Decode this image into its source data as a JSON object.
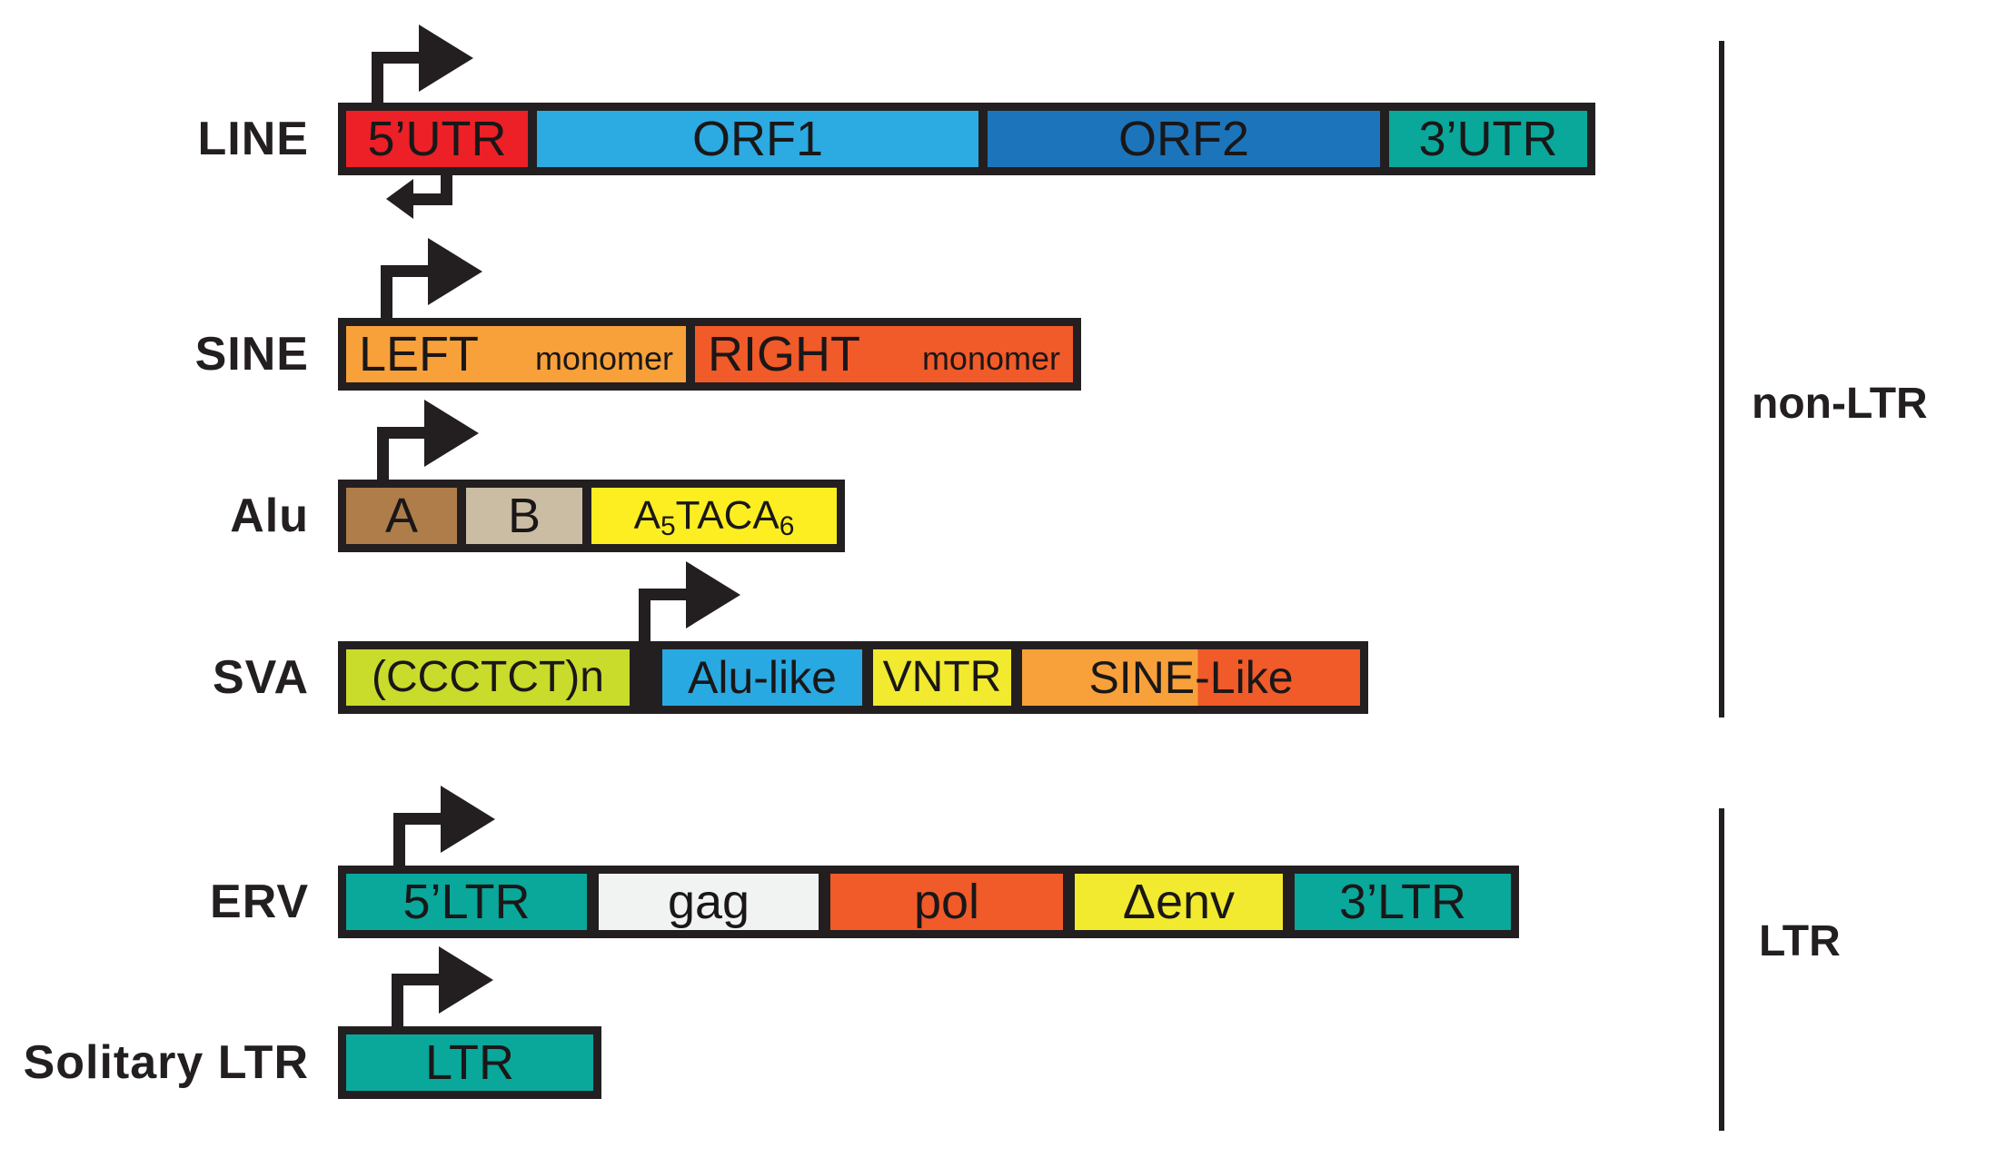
{
  "groups": {
    "non_ltr": {
      "label": "non-LTR"
    },
    "ltr": {
      "label": "LTR"
    }
  },
  "icons": {
    "promoter_arrow": "l-shaped-right-arrow",
    "antisense_arrow": "l-shaped-left-arrow"
  },
  "rows": {
    "line": {
      "label": "LINE",
      "segments": {
        "utr5": {
          "label": "5’UTR",
          "color": "#ec2026"
        },
        "orf1": {
          "label": "ORF1",
          "color": "#2caae2"
        },
        "orf2": {
          "label": "ORF2",
          "color": "#1c75bb"
        },
        "utr3": {
          "label": "3’UTR",
          "color": "#0aa79b"
        }
      }
    },
    "sine": {
      "label": "SINE",
      "segments": {
        "left": {
          "big": "LEFT",
          "small": "monomer",
          "color": "#f8a13a"
        },
        "right": {
          "big": "RIGHT",
          "small": "monomer",
          "color": "#f15a29"
        }
      }
    },
    "alu": {
      "label": "Alu",
      "segments": {
        "a": {
          "label": "A",
          "color": "#ae7d4a"
        },
        "b": {
          "label": "B",
          "color": "#cbbda3"
        },
        "tail": {
          "pre": "A",
          "sub1": "5",
          "mid": "TACA",
          "sub2": "6",
          "color": "#fcee21"
        }
      }
    },
    "sva": {
      "label": "SVA",
      "segments": {
        "hexamer": {
          "label": "(CCCTCT)n",
          "color": "#c9db2b"
        },
        "alulike": {
          "label": "Alu-like",
          "color": "#29a9e1"
        },
        "vntr": {
          "label": "VNTR",
          "color": "#f2ea2e"
        },
        "sinelike": {
          "label": "SINE-Like",
          "color_start": "#f8a13a",
          "color_end": "#f15a29"
        }
      }
    },
    "erv": {
      "label": "ERV",
      "segments": {
        "ltr5": {
          "label": "5’LTR",
          "color": "#0aa79b"
        },
        "gag": {
          "label": "gag",
          "color": "#f1f2f2"
        },
        "pol": {
          "label": "pol",
          "color": "#f15a29"
        },
        "env": {
          "label": "Δenv",
          "color": "#f2ea2e"
        },
        "ltr3": {
          "label": "3’LTR",
          "color": "#0aa79b"
        }
      }
    },
    "solitary": {
      "label": "Solitary LTR",
      "segments": {
        "ltr": {
          "label": "LTR",
          "color": "#0aa79b"
        }
      }
    }
  }
}
